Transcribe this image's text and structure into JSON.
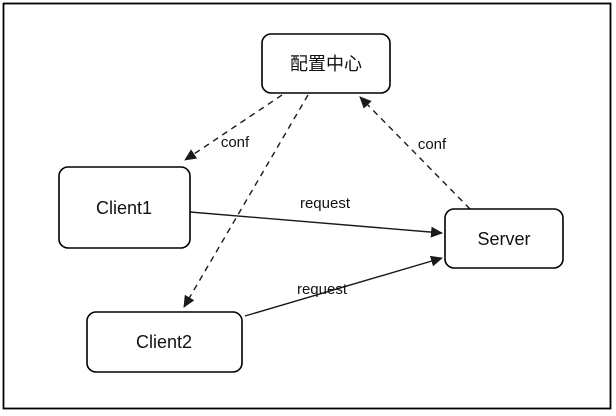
{
  "diagram": {
    "background_color": "#ffffff",
    "line_color": "#000000",
    "text_color": "#111111",
    "nodes": [
      {
        "id": "config-center",
        "label": "配置中心"
      },
      {
        "id": "client1",
        "label": "Client1"
      },
      {
        "id": "client2",
        "label": "Client2"
      },
      {
        "id": "server",
        "label": "Server"
      }
    ],
    "edges": [
      {
        "from": "config-center",
        "to": "client1",
        "label": "conf",
        "style": "dashed",
        "arrow": "end"
      },
      {
        "from": "config-center",
        "to": "client2",
        "label": "",
        "style": "dashed",
        "arrow": "end"
      },
      {
        "from": "server",
        "to": "config-center",
        "label": "conf",
        "style": "dashed",
        "arrow": "end"
      },
      {
        "from": "client1",
        "to": "server",
        "label": "request",
        "style": "solid",
        "arrow": "end"
      },
      {
        "from": "client2",
        "to": "server",
        "label": "request",
        "style": "solid",
        "arrow": "end"
      }
    ]
  }
}
